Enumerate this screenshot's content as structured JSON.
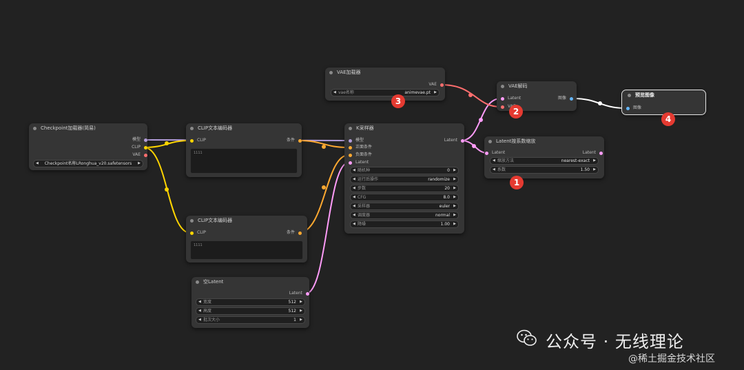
{
  "nodes": {
    "checkpoint": {
      "title": "Checkpoint加载器(简易)",
      "outputs": [
        "模型",
        "CLIP",
        "VAE"
      ],
      "ckpt_name": "Checkpoint名称LRonghua_v20.safetensors"
    },
    "clip_pos": {
      "title": "CLIP文本编码器",
      "input": "CLIP",
      "output": "条件",
      "text": "1111"
    },
    "clip_neg": {
      "title": "CLIP文本编码器",
      "input": "CLIP",
      "output": "条件",
      "text": "1111"
    },
    "empty_latent": {
      "title": "空Latent",
      "output": "Latent",
      "widgets": [
        {
          "label": "宽度",
          "value": "512"
        },
        {
          "label": "高度",
          "value": "512"
        },
        {
          "label": "批次大小",
          "value": "1"
        }
      ]
    },
    "ksampler": {
      "title": "K采样器",
      "inputs": [
        "模型",
        "正面条件",
        "负面条件",
        "Latent"
      ],
      "output": "Latent",
      "widgets": [
        {
          "label": "随机种",
          "value": "0"
        },
        {
          "label": "运行后操作",
          "value": "randomize"
        },
        {
          "label": "步数",
          "value": "20"
        },
        {
          "label": "CFG",
          "value": "8.0"
        },
        {
          "label": "采样器",
          "value": "euler"
        },
        {
          "label": "调度器",
          "value": "normal"
        },
        {
          "label": "降噪",
          "value": "1.00"
        }
      ]
    },
    "vae_loader": {
      "title": "VAE加载器",
      "output": "VAE",
      "widget_label": "vae名称",
      "widget_value": "animevae.pt"
    },
    "vae_decode": {
      "title": "VAE解码",
      "inputs": [
        "Latent",
        "VAE"
      ],
      "output": "图像"
    },
    "latent_upscale": {
      "title": "Latent按系数缩放",
      "input": "Latent",
      "output": "Latent",
      "widgets": [
        {
          "label": "缩放方法",
          "value": "nearest-exact"
        },
        {
          "label": "系数",
          "value": "1.50"
        }
      ]
    },
    "preview": {
      "title": "预览图像",
      "input": "图像"
    }
  },
  "badges": [
    "1",
    "2",
    "3",
    "4"
  ],
  "watermark": {
    "main": "公众号 · 无线理论",
    "sub": "@稀土掘金技术社区"
  },
  "colors": {
    "background": "#222222",
    "node": "#353535",
    "model": "#b39ddb",
    "clip": "#ffd500",
    "vae": "#ff6e6e",
    "conditioning": "#ffa931",
    "latent": "#ff9cf9",
    "image": "#64b5f6",
    "badge": "#e53a31"
  },
  "icons": {
    "node_status": "circle-dot",
    "widget_arrows": "triangle-left-right",
    "watermark_logo": "wechat-icon"
  }
}
